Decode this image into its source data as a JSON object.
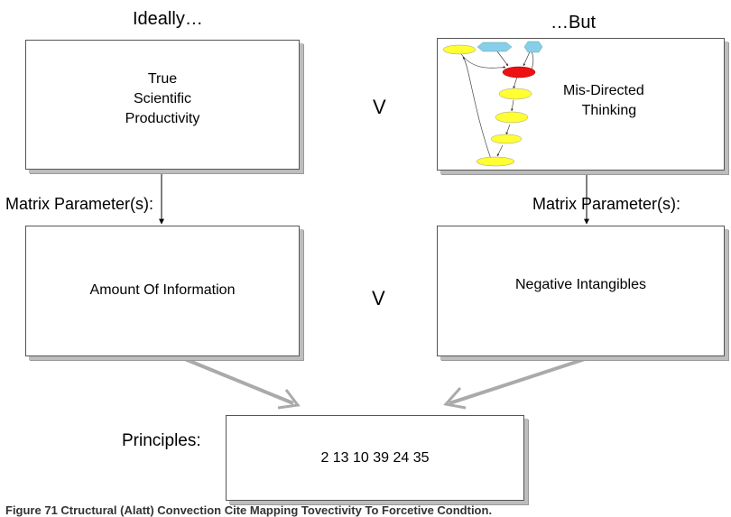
{
  "headings": {
    "left": "Ideally…",
    "right": "…But"
  },
  "top_left_box": {
    "lines": [
      "True",
      "Scientific",
      "Productivity"
    ]
  },
  "top_right_box": {
    "label_lines": [
      "Mis-Directed",
      "Thinking"
    ],
    "graph_image": "network-graph-icon"
  },
  "versus": {
    "top": "V",
    "middle": "V"
  },
  "matrix_labels": {
    "left": "Matrix Parameter(s):",
    "right": "Matrix Parameter(s):"
  },
  "mid_left_box": {
    "text": "Amount Of Information"
  },
  "mid_right_box": {
    "text": "Negative Intangibles"
  },
  "principles": {
    "label": "Principles:",
    "values": "2 13 10 39 24 35"
  },
  "caption": "Figure 71 Ctructural (Alatt) Convection Cite Mapping Tovectivity To Forcetive Condtion."
}
